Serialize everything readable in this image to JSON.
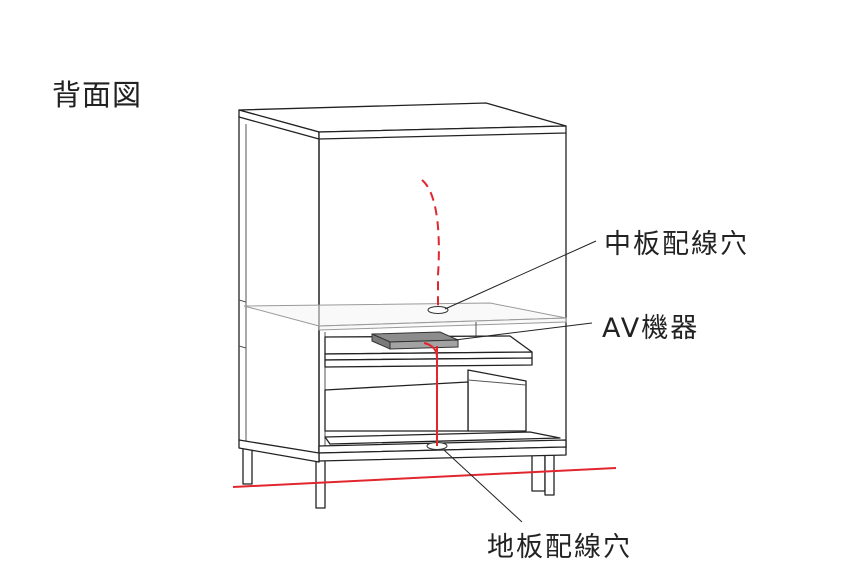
{
  "title": "背面図",
  "labels": {
    "middle_hole": "中板配線穴",
    "av_device": "AV機器",
    "floor_hole": "地板配線穴"
  },
  "colors": {
    "cable": "#e2262e",
    "line": "#222222",
    "device": "#8c8c8c",
    "text": "#222222"
  }
}
